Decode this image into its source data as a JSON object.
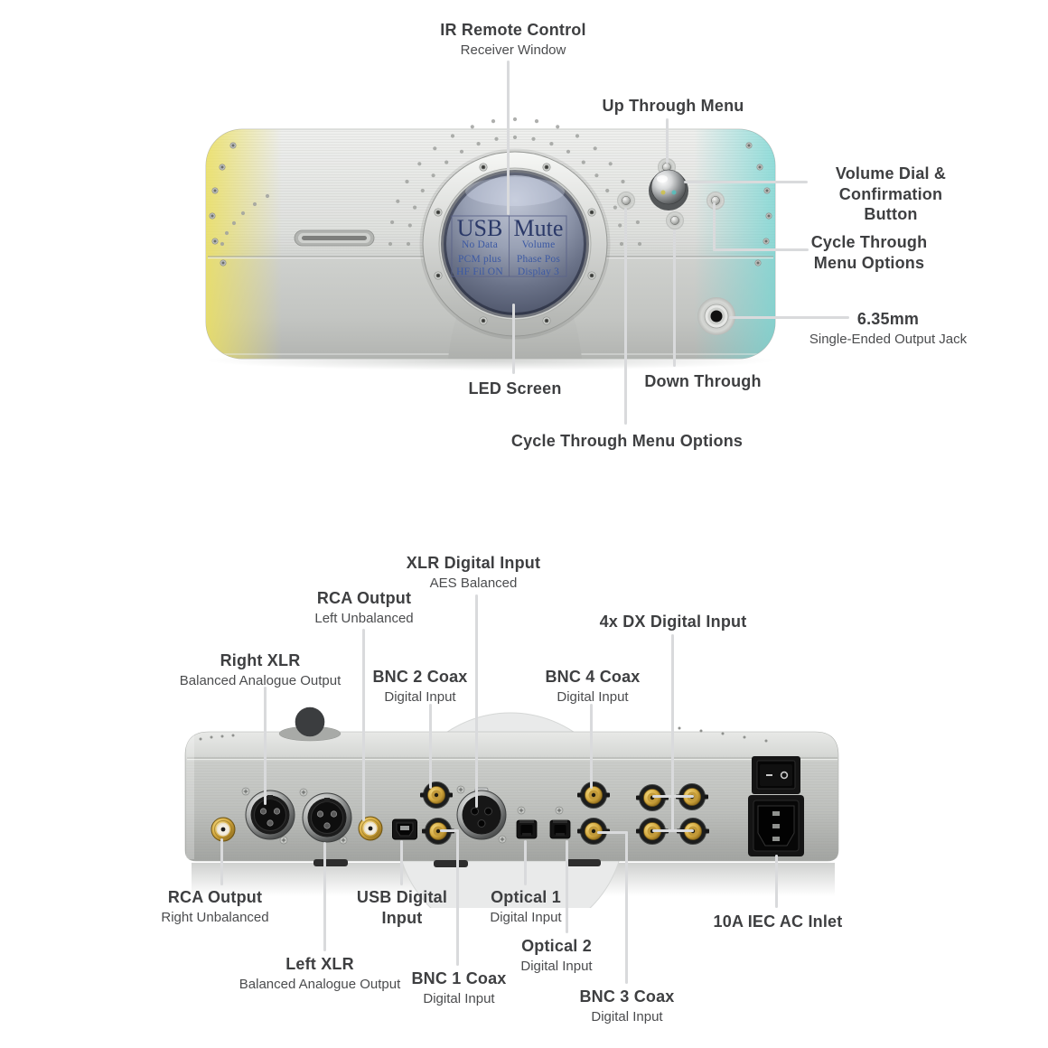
{
  "page": {
    "background": "#ffffff"
  },
  "front": {
    "screen": {
      "left": {
        "title": "USB",
        "rows": [
          "No Data",
          "PCM plus",
          "HF Fil ON"
        ]
      },
      "right": {
        "title": "Mute",
        "rows": [
          "Volume",
          "Phase Pos",
          "Display 3"
        ]
      }
    },
    "callouts": {
      "ir": {
        "title": "IR Remote Control",
        "subtitle": "Receiver Window"
      },
      "up": {
        "title": "Up Through Menu"
      },
      "volume": {
        "title": "Volume Dial &\nConfirmation Button"
      },
      "cycle_right": {
        "title": "Cycle Through\nMenu Options"
      },
      "jack": {
        "title": "6.35mm",
        "subtitle": "Single-Ended Output Jack"
      },
      "led": {
        "title": "LED Screen"
      },
      "down": {
        "title": "Down Through"
      },
      "cycle_bottom": {
        "title": "Cycle Through Menu Options"
      }
    }
  },
  "rear": {
    "power_switch_markings": "— o",
    "callouts": {
      "xlr_digital": {
        "title": "XLR Digital Input",
        "subtitle": "AES Balanced"
      },
      "rca_left": {
        "title": "RCA Output",
        "subtitle": "Left Unbalanced"
      },
      "right_xlr": {
        "title": "Right XLR",
        "subtitle": "Balanced Analogue Output"
      },
      "bnc2": {
        "title": "BNC 2 Coax",
        "subtitle": "Digital Input"
      },
      "bnc4": {
        "title": "BNC 4 Coax",
        "subtitle": "Digital Input"
      },
      "dx": {
        "title": "4x DX Digital Input"
      },
      "rca_right": {
        "title": "RCA Output",
        "subtitle": "Right Unbalanced"
      },
      "usb": {
        "title": "USB Digital\nInput"
      },
      "optical1": {
        "title": "Optical 1",
        "subtitle": "Digital Input"
      },
      "optical2": {
        "title": "Optical 2",
        "subtitle": "Digital Input"
      },
      "left_xlr": {
        "title": "Left XLR",
        "subtitle": "Balanced Analogue Output"
      },
      "bnc1": {
        "title": "BNC 1 Coax",
        "subtitle": "Digital Input"
      },
      "bnc3": {
        "title": "BNC 3 Coax",
        "subtitle": "Digital Input"
      },
      "iec": {
        "title": "10A IEC AC Inlet"
      }
    }
  },
  "colors": {
    "callout_line": "#d9dadc",
    "label_title": "#3e3f41",
    "label_subtitle": "#4b4c4e",
    "chassis_silver": "#c9cbc8",
    "glow_left_yellow": "#ece05f",
    "glow_right_cyan": "#6cd6d3",
    "screen_background": "#8b93a8",
    "screen_title_text": "#2b3968",
    "screen_small_text": "#3c59a3",
    "gold_connector": "#d3a83e"
  }
}
